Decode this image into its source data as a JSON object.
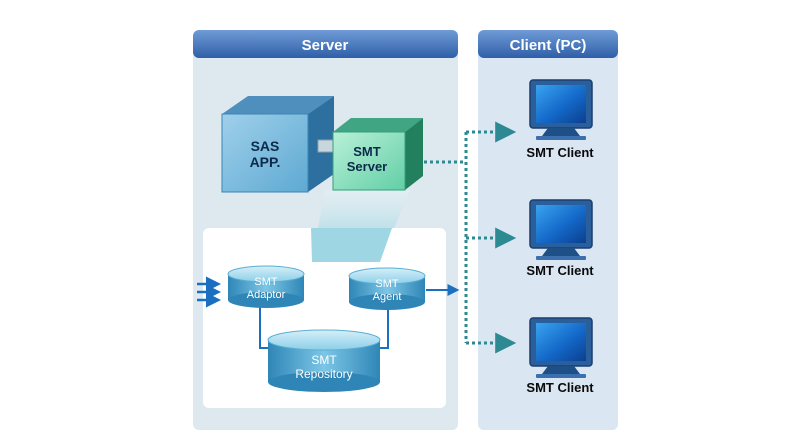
{
  "panels": {
    "server_title": "Server",
    "client_title": "Client (PC)"
  },
  "server": {
    "sas_app_line1": "SAS",
    "sas_app_line2": "APP.",
    "smt_server_line1": "SMT",
    "smt_server_line2": "Server"
  },
  "components": {
    "adaptor_line1": "SMT",
    "adaptor_line2": "Adaptor",
    "agent_line1": "SMT",
    "agent_line2": "Agent",
    "repository_line1": "SMT",
    "repository_line2": "Repository"
  },
  "clients": [
    {
      "label": "SMT Client"
    },
    {
      "label": "SMT Client"
    },
    {
      "label": "SMT Client"
    }
  ],
  "colors": {
    "panel_header": "#3f6fb6",
    "server_panel_bg": "#dde9ee",
    "client_panel_bg": "#dbe6f3",
    "dotted_connector": "#2e8a92",
    "arrow_blue": "#1a6fc0"
  }
}
